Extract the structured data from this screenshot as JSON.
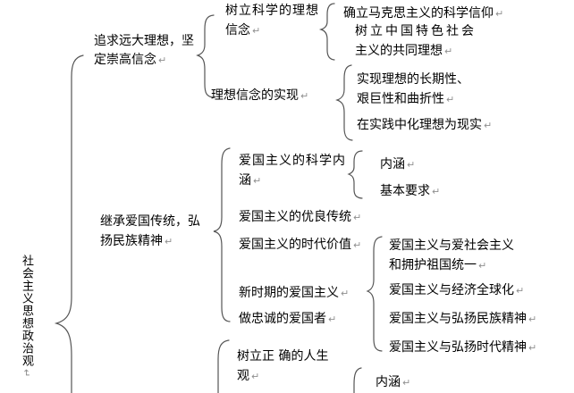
{
  "marks": {
    "return": "↵"
  },
  "tree": {
    "root": {
      "label": "社会主义思想政治观"
    },
    "branch1": {
      "label": [
        "追求远大理想，坚",
        "定崇高信念"
      ],
      "ideal_belief": {
        "label": [
          "树立科学的理想",
          "信念"
        ],
        "children": {
          "marx_faith": "确立马克思主义的科学信仰",
          "china_ideal": [
            "树立中国特色社会",
            "主义的共同理想"
          ]
        }
      },
      "realization": {
        "label": "理想信念的实现",
        "children": {
          "longterm": [
            "实现理想的长期性、",
            "艰巨性和曲折性"
          ],
          "practice": "在实践中化理想为现实"
        }
      }
    },
    "branch2": {
      "label": [
        "继承爱国传统，弘",
        "扬民族精神"
      ],
      "connotation": {
        "label": [
          "爱国主义的科学内",
          "涵"
        ],
        "children": {
          "connotation_item": "内涵",
          "basic_requirements": "基本要求"
        }
      },
      "fine_tradition": "爱国主义的优良传统",
      "era_value": "爱国主义的时代价值",
      "new_period": {
        "label": "新时期的爱国主义",
        "children": {
          "love_socialism": [
            "爱国主义与爱社会主义",
            "和拥护祖国统一"
          ],
          "globalization": "爱国主义与经济全球化",
          "national_spirit": "爱国主义与弘扬民族精神",
          "era_spirit": "爱国主义与弘扬时代精神"
        }
      },
      "loyal_patriot": "做忠诚的爱国者"
    },
    "branch3": {
      "life_view": {
        "label": [
          "树立正 确的人生",
          "观"
        ]
      },
      "connotation_item": "内涵"
    }
  }
}
